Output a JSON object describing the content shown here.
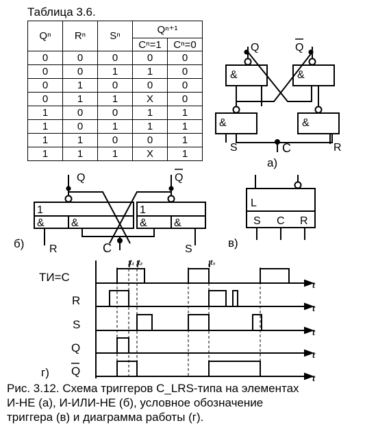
{
  "table": {
    "title": "Таблица 3.6.",
    "headers": {
      "q": "Qⁿ",
      "r": "Rⁿ",
      "s": "Sⁿ",
      "qnext": "Qⁿ⁺¹",
      "c1": "Cⁿ=1",
      "c0": "Cⁿ=0"
    },
    "rows": [
      [
        "0",
        "0",
        "0",
        "0",
        "0"
      ],
      [
        "0",
        "0",
        "1",
        "1",
        "0"
      ],
      [
        "0",
        "1",
        "0",
        "0",
        "0"
      ],
      [
        "0",
        "1",
        "1",
        "X",
        "0"
      ],
      [
        "1",
        "0",
        "0",
        "1",
        "1"
      ],
      [
        "1",
        "0",
        "1",
        "1",
        "1"
      ],
      [
        "1",
        "1",
        "0",
        "0",
        "1"
      ],
      [
        "1",
        "1",
        "1",
        "X",
        "1"
      ]
    ]
  },
  "diagram_a": {
    "q": "Q",
    "qbar": "Q",
    "and": "&",
    "s": "S",
    "c": "C",
    "r": "R",
    "tag": "а)"
  },
  "diagram_b": {
    "q": "Q",
    "qbar": "Q",
    "or": "1",
    "and": "&",
    "r": "R",
    "c": "C",
    "s": "S",
    "tag": "б)"
  },
  "diagram_v": {
    "l": "L",
    "s": "S",
    "c": "C",
    "r": "R",
    "tag": "в)"
  },
  "timing": {
    "signals": [
      "ТИ=С",
      "R",
      "S",
      "Q",
      "Q"
    ],
    "t_labels": [
      "t₁",
      "t₂",
      "t₃"
    ],
    "axis": "t",
    "tag": "г)"
  },
  "caption": [
    "Рис. 3.12. Схема триггеров C_LRS-типа  на элементах",
    "И-НЕ (а), И-ИЛИ-НЕ (б), условное обозначение",
    "триггера (в) и диаграмма работы (г)."
  ]
}
